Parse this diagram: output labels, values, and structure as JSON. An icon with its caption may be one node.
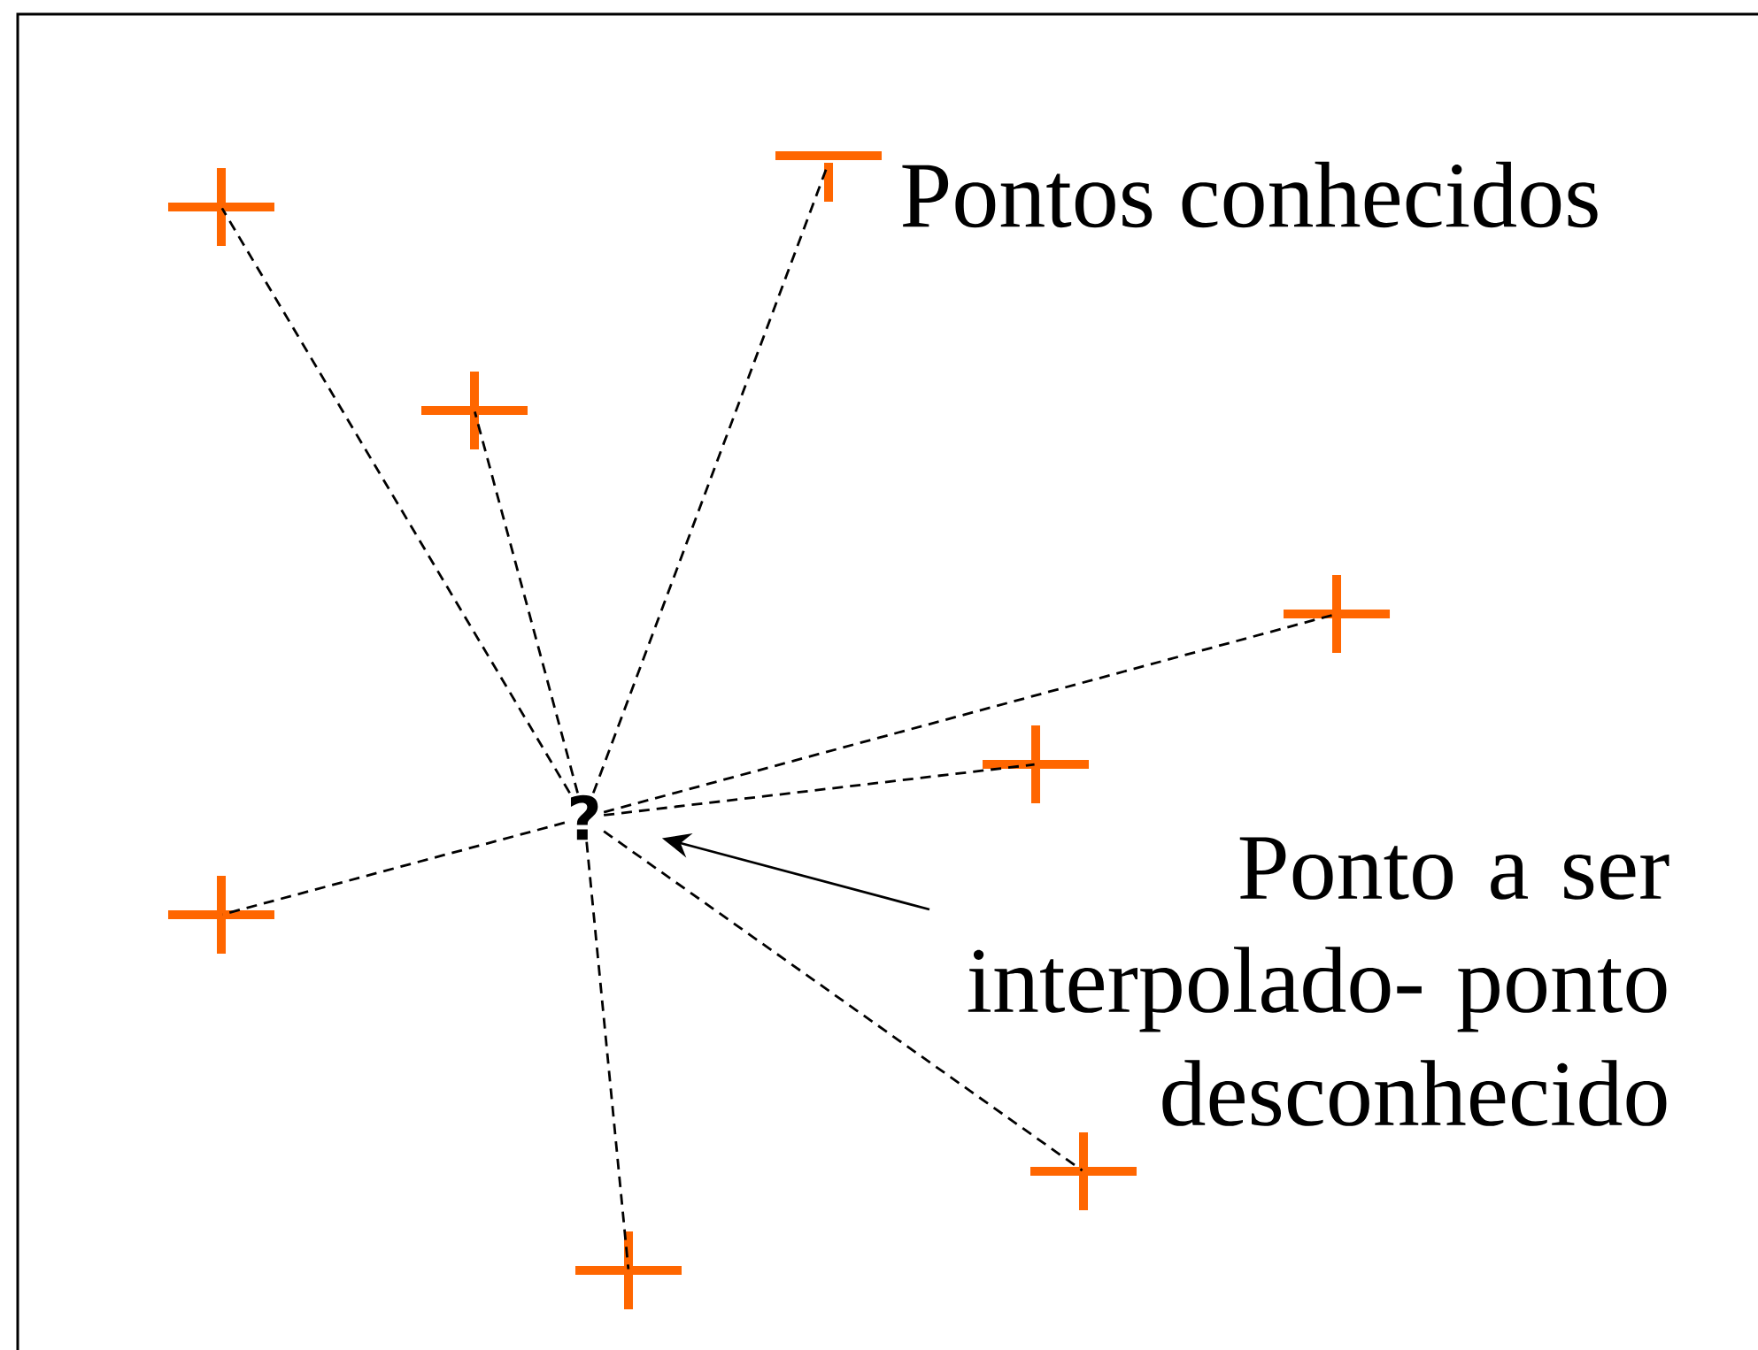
{
  "diagram": {
    "nodes": [
      {
        "text": [],
        "shape": "cross"
      },
      {
        "text": [],
        "shape": "cross"
      },
      {
        "text": [],
        "shape": "cross"
      },
      {
        "text": [],
        "shape": "cross"
      },
      {
        "text": [],
        "shape": "cross"
      },
      {
        "text": [
          "?"
        ]
      },
      {
        "text": [],
        "shape": "cross"
      },
      {
        "text": [
          "Ponto a ser interpolado- ponto desconhecido"
        ]
      },
      {
        "text": [],
        "shape": "cross"
      },
      {
        "text": [],
        "shape": "cross"
      }
    ],
    "edges": [
      {
        "from": 5,
        "to": 0,
        "arrow": "none",
        "style": "dashed"
      },
      {
        "from": 5,
        "to": 1,
        "arrow": "none",
        "style": "dashed"
      },
      {
        "from": 5,
        "to": 2,
        "arrow": "none",
        "style": "dashed"
      },
      {
        "from": 5,
        "to": 3,
        "arrow": "none",
        "style": "dashed"
      },
      {
        "from": 5,
        "to": 4,
        "arrow": "none",
        "style": "dashed"
      },
      {
        "from": 5,
        "to": 6,
        "arrow": "none",
        "style": "dashed"
      },
      {
        "from": 5,
        "to": 8,
        "arrow": "none",
        "style": "dashed"
      },
      {
        "from": 5,
        "to": 9,
        "arrow": "none",
        "style": "dashed"
      },
      {
        "from": 7,
        "to": 5,
        "arrow": "to"
      }
    ],
    "labels": [
      "Pontos conhecidos"
    ]
  }
}
